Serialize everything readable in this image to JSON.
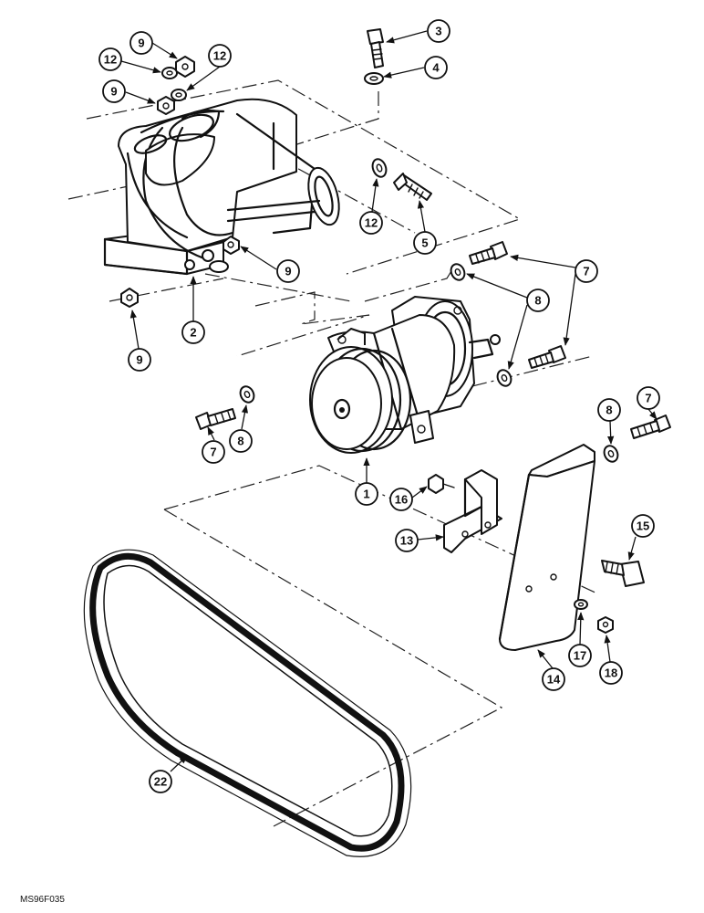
{
  "callouts": {
    "c1": "1",
    "c2": "2",
    "c3": "3",
    "c4": "4",
    "c5": "5",
    "c7a": "7",
    "c7b": "7",
    "c7c": "7",
    "c8a": "8",
    "c8b": "8",
    "c8c": "8",
    "c9a": "9",
    "c9b": "9",
    "c9c": "9",
    "c9d": "9",
    "c12a": "12",
    "c12b": "12",
    "c12c": "12",
    "c13": "13",
    "c14": "14",
    "c15": "15",
    "c16": "16",
    "c17": "17",
    "c18": "18",
    "c22": "22"
  },
  "figure_code": "MS96F035"
}
